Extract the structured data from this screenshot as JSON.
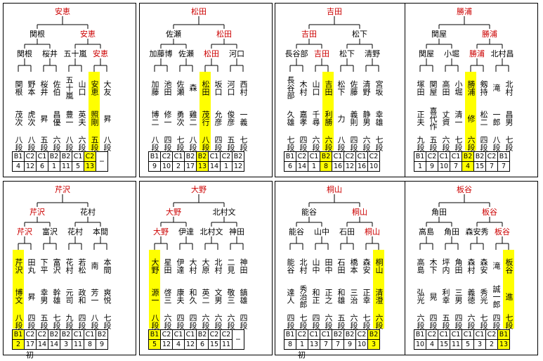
{
  "panels": [
    {
      "champion": "安恵",
      "semis": [
        {
          "name": "関根",
          "won": false
        },
        {
          "name": "安恵",
          "won": true
        }
      ],
      "quarters": [
        {
          "name": "関根",
          "won": false
        },
        {
          "name": "桜井",
          "won": false
        },
        {
          "name": "五十嵐",
          "won": false
        },
        {
          "name": "安恵",
          "won": true
        }
      ],
      "players": [
        {
          "name": "関根",
          "given": "茂次",
          "rank": "八段",
          "cls": "B1",
          "num": "4"
        },
        {
          "name": "野本",
          "given": "虎次",
          "rank": "八段",
          "cls": "C2",
          "num": "12"
        },
        {
          "name": "桜井",
          "given": "昇",
          "rank": "五段",
          "cls": "C1",
          "num": "6"
        },
        {
          "name": "佐伯",
          "given": "昌優",
          "rank": "六段",
          "cls": "B2",
          "num": "1"
        },
        {
          "name": "五十嵐",
          "given": "豊一",
          "rank": "八段",
          "cls": "B2",
          "num": "11"
        },
        {
          "name": "山口",
          "given": "英夫",
          "rank": "六段",
          "cls": "C1",
          "num": "5"
        },
        {
          "name": "安恵",
          "given": "照剛",
          "rank": "五段",
          "cls": "C2",
          "num": "13"
        },
        {
          "name": "大友",
          "given": "昇",
          "rank": "八段",
          "cls": "−",
          "num": ""
        }
      ],
      "note": ""
    },
    {
      "champion": "松田",
      "semis": [
        {
          "name": "佐瀬",
          "won": false
        },
        {
          "name": "松田",
          "won": true
        }
      ],
      "quarters": [
        {
          "name": "加藤博",
          "won": false
        },
        {
          "name": "佐瀬",
          "won": false
        },
        {
          "name": "松田",
          "won": true
        },
        {
          "name": "河口",
          "won": false
        }
      ],
      "players": [
        {
          "name": "加藤",
          "given": "博二",
          "rank": "八段",
          "cls": "B1",
          "num": "9"
        },
        {
          "name": "池田",
          "given": "修一",
          "rank": "四段",
          "cls": "C2",
          "num": "10"
        },
        {
          "name": "佐瀬",
          "given": "勇次",
          "rank": "七段",
          "cls": "C1",
          "num": "2"
        },
        {
          "name": "森",
          "given": "雞二",
          "rank": "八段",
          "cls": "B2",
          "num": "17"
        },
        {
          "name": "松田",
          "given": "茂行",
          "rank": "八段",
          "cls": "B2",
          "num": "13"
        },
        {
          "name": "坂口",
          "given": "允彦",
          "rank": "四段",
          "cls": "C1",
          "num": "14"
        },
        {
          "name": "河口",
          "given": "俊彦",
          "rank": "五段",
          "cls": "C2",
          "num": "1"
        },
        {
          "name": "西村",
          "given": "一義",
          "rank": "七段",
          "cls": "B2",
          "num": "12"
        }
      ],
      "note": ""
    },
    {
      "champion": "吉田",
      "semis": [
        {
          "name": "吉田",
          "won": true
        },
        {
          "name": "松下",
          "won": false
        }
      ],
      "quarters": [
        {
          "name": "長谷部",
          "won": false
        },
        {
          "name": "吉田",
          "won": true
        },
        {
          "name": "松下",
          "won": false
        },
        {
          "name": "清野",
          "won": false
        }
      ],
      "players": [
        {
          "name": "長谷部",
          "given": "久雄",
          "rank": "七段",
          "cls": "B1",
          "num": "6"
        },
        {
          "name": "木村",
          "given": "嘉孝",
          "rank": "四段",
          "cls": "C2",
          "num": "14"
        },
        {
          "name": "山口",
          "given": "千尋",
          "rank": "六段",
          "cls": "C1",
          "num": "1"
        },
        {
          "name": "吉田",
          "given": "利勝",
          "rank": "六段",
          "cls": "B2",
          "num": "8"
        },
        {
          "name": "松下",
          "given": "力",
          "rank": "八段",
          "cls": "C1",
          "num": "16"
        },
        {
          "name": "佐藤",
          "given": "義則",
          "rank": "四段",
          "cls": "C2",
          "num": "12"
        },
        {
          "name": "清野",
          "given": "静男",
          "rank": "六段",
          "cls": "C1",
          "num": "16"
        },
        {
          "name": "宮坂",
          "given": "幸雄",
          "rank": "七段",
          "cls": "C2",
          "num": "10"
        }
      ],
      "note": ""
    },
    {
      "champion": "勝浦",
      "semis": [
        {
          "name": "関屋",
          "won": false
        },
        {
          "name": "勝浦",
          "won": true
        }
      ],
      "quarters": [
        {
          "name": "関屋",
          "won": false
        },
        {
          "name": "小堀",
          "won": false
        },
        {
          "name": "勝浦",
          "won": true
        },
        {
          "name": "北村昌",
          "won": false
        }
      ],
      "players": [
        {
          "name": "塚田",
          "given": "正夫",
          "rank": "九段",
          "cls": "B1",
          "num": "1"
        },
        {
          "name": "関屋",
          "given": "喜代作",
          "rank": "五段",
          "cls": "C2",
          "num": "9"
        },
        {
          "name": "高田",
          "given": "丈資",
          "rank": "六段",
          "cls": "C1",
          "num": "10"
        },
        {
          "name": "小堀",
          "given": "清一",
          "rank": "七段",
          "cls": "C1",
          "num": "7"
        },
        {
          "name": "勝浦",
          "given": "修",
          "rank": "六段",
          "cls": "B2",
          "num": "4"
        },
        {
          "name": "剱持",
          "given": "松二",
          "rank": "四段",
          "cls": "B2",
          "num": "15"
        },
        {
          "name": "滝",
          "given": "一郎",
          "rank": "八段",
          "cls": "C2",
          "num": "7"
        },
        {
          "name": "北村",
          "given": "昌男",
          "rank": "七段",
          "cls": "B1",
          "num": "7"
        }
      ],
      "note": ""
    },
    {
      "champion": "芹沢",
      "semis": [
        {
          "name": "芹沢",
          "won": true
        },
        {
          "name": "花村",
          "won": false
        }
      ],
      "quarters": [
        {
          "name": "芹沢",
          "won": true
        },
        {
          "name": "富沢",
          "won": false
        },
        {
          "name": "花村",
          "won": false
        },
        {
          "name": "本間",
          "won": false
        }
      ],
      "players": [
        {
          "name": "芹沢",
          "given": "博文",
          "rank": "八段",
          "cls": "B1",
          "num": "2"
        },
        {
          "name": "田丸",
          "given": "昇",
          "rank": "四段",
          "cls": "C2",
          "num": "17"
        },
        {
          "name": "下平",
          "given": "幸男",
          "rank": "五段",
          "cls": "C2",
          "num": "14"
        },
        {
          "name": "富沢",
          "given": "幹雄",
          "rank": "七段",
          "cls": "B2",
          "num": "14"
        },
        {
          "name": "花村",
          "given": "元司",
          "rank": "九段",
          "cls": "B2",
          "num": "3"
        },
        {
          "name": "若松",
          "given": "政和",
          "rank": "四段",
          "cls": "C1",
          "num": "11"
        },
        {
          "name": "南",
          "given": "芳一",
          "rank": "八段",
          "cls": "C1",
          "num": "8"
        },
        {
          "name": "本間",
          "given": "爽悦",
          "rank": "七段",
          "cls": "B2",
          "num": "9"
        }
      ],
      "note": "初"
    },
    {
      "champion": "大野",
      "semis": [
        {
          "name": "大野",
          "won": true
        },
        {
          "name": "北村文",
          "won": false
        }
      ],
      "quarters": [
        {
          "name": "大野",
          "won": true
        },
        {
          "name": "伊達",
          "won": false
        },
        {
          "name": "北村文",
          "won": false
        },
        {
          "name": "神田",
          "won": false
        }
      ],
      "players": [
        {
          "name": "大野",
          "given": "源一",
          "rank": "八段",
          "cls": "B1",
          "num": "5"
        },
        {
          "name": "星田",
          "given": "啓三",
          "rank": "六段",
          "cls": "C2",
          "num": "12"
        },
        {
          "name": "伊達",
          "given": "康夫",
          "rank": "四段",
          "cls": "C1",
          "num": "4"
        },
        {
          "name": "大村",
          "given": "和久",
          "rank": "四段",
          "cls": "C1",
          "num": "12"
        },
        {
          "name": "大原",
          "given": "英二",
          "rank": "六段",
          "cls": "B2",
          "num": "6"
        },
        {
          "name": "北村",
          "given": "文男",
          "rank": "六段",
          "cls": "C2",
          "num": "15"
        },
        {
          "name": "二見",
          "given": "敬三",
          "rank": "六段",
          "cls": "C2",
          "num": "11"
        },
        {
          "name": "神田",
          "given": "鎮雄",
          "rank": "四段",
          "cls": "−",
          "num": ""
        }
      ],
      "note": ""
    },
    {
      "champion": "桐山",
      "semis": [
        {
          "name": "能谷",
          "won": false
        },
        {
          "name": "桐山",
          "won": true
        }
      ],
      "quarters": [
        {
          "name": "能谷",
          "won": false
        },
        {
          "name": "山中",
          "won": false
        },
        {
          "name": "石田",
          "won": false
        },
        {
          "name": "桐山",
          "won": true
        }
      ],
      "players": [
        {
          "name": "能谷",
          "given": "達人",
          "rank": "四段",
          "cls": "B1",
          "num": "8"
        },
        {
          "name": "北村",
          "given": "秀治郎",
          "rank": "七段",
          "cls": "C2",
          "num": "1"
        },
        {
          "name": "山中",
          "given": "和正",
          "rank": "四段",
          "cls": "C1",
          "num": "13"
        },
        {
          "name": "田中",
          "given": "正之",
          "rank": "六段",
          "cls": "C1",
          "num": "7"
        },
        {
          "name": "石田",
          "given": "和雄",
          "rank": "五段",
          "cls": "B2",
          "num": "7"
        },
        {
          "name": "橋本",
          "given": "三治",
          "rank": "六段",
          "cls": "B2",
          "num": "9"
        },
        {
          "name": "森安",
          "given": "正幸",
          "rank": "七段",
          "cls": "C2",
          "num": "10"
        },
        {
          "name": "桐山",
          "given": "清澄",
          "rank": "六段",
          "cls": "B2",
          "num": "3"
        }
      ],
      "note": "初"
    },
    {
      "champion": "板谷",
      "semis": [
        {
          "name": "角田",
          "won": false
        },
        {
          "name": "板谷",
          "won": true
        }
      ],
      "quarters": [
        {
          "name": "高島",
          "won": false
        },
        {
          "name": "角田",
          "won": false
        },
        {
          "name": "森安秀",
          "won": false
        },
        {
          "name": "板谷",
          "won": true
        }
      ],
      "players": [
        {
          "name": "高島",
          "given": "弘光",
          "rank": "六段",
          "cls": "B1",
          "num": "10"
        },
        {
          "name": "木下",
          "given": "晃",
          "rank": "四段",
          "cls": "C2",
          "num": "4"
        },
        {
          "name": "坪内",
          "given": "利幸",
          "rank": "五段",
          "cls": "C1",
          "num": "15"
        },
        {
          "name": "角田",
          "given": "三男",
          "rank": "四段",
          "cls": "C1",
          "num": "11"
        },
        {
          "name": "森村",
          "given": "義徳",
          "rank": "六段",
          "cls": "C1",
          "num": "5"
        },
        {
          "name": "森安",
          "given": "秀光",
          "rank": "七段",
          "cls": "C1",
          "num": "3"
        },
        {
          "name": "滝",
          "given": "誠一郎",
          "rank": "四段",
          "cls": "C2",
          "num": "2"
        },
        {
          "name": "板谷",
          "given": "進",
          "rank": "七段",
          "cls": "B1",
          "num": "13"
        }
      ],
      "note": ""
    }
  ]
}
